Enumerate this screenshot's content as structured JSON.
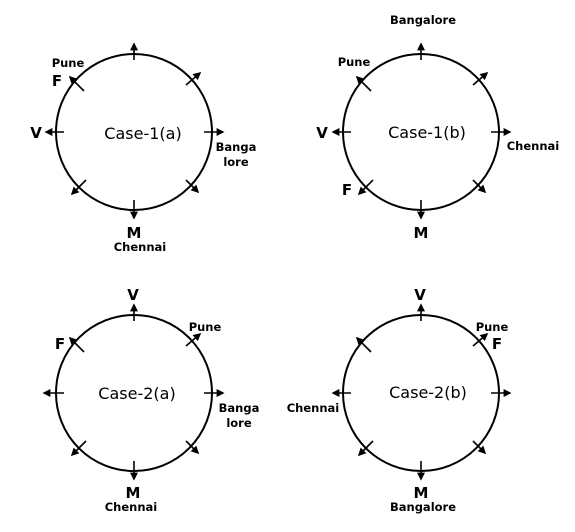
{
  "panels": [
    {
      "id": "c1a",
      "title": "Case-1(a)",
      "labels": {
        "pune": "Pune",
        "f": "F",
        "v": "V",
        "bang1": "Banga",
        "bang2": "lore",
        "m": "M",
        "chennai": "Chennai"
      }
    },
    {
      "id": "c1b",
      "title": "Case-1(b)",
      "labels": {
        "bangalore": "Bangalore",
        "pune": "Pune",
        "v": "V",
        "chennai": "Chennai",
        "f": "F",
        "m": "M"
      }
    },
    {
      "id": "c2a",
      "title": "Case-2(a)",
      "labels": {
        "v": "V",
        "pune": "Pune",
        "f": "F",
        "bang1": "Banga",
        "bang2": "lore",
        "m": "M",
        "chennai": "Chennai"
      }
    },
    {
      "id": "c2b",
      "title": "Case-2(b)",
      "labels": {
        "v": "V",
        "pune": "Pune",
        "f": "F",
        "chennai": "Chennai",
        "m": "M",
        "bangalore": "Bangalore"
      }
    }
  ]
}
